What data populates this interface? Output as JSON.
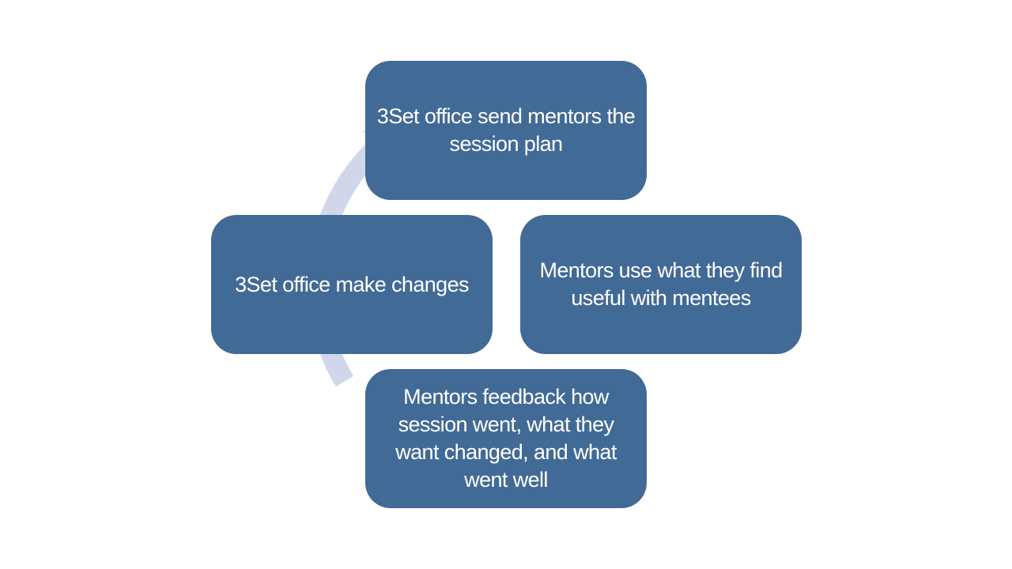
{
  "colors": {
    "box_fill": "#426a96",
    "box_text": "#ffffff",
    "cycle_arrow": "#d0d7eb",
    "background": "#ffffff"
  },
  "cycle": {
    "steps": [
      {
        "label": "3Set office send mentors the session plan"
      },
      {
        "label": "Mentors use what they find useful with mentees"
      },
      {
        "label": "Mentors feedback how session went, what they want changed, and what went well"
      },
      {
        "label": "3Set office make changes"
      }
    ]
  }
}
